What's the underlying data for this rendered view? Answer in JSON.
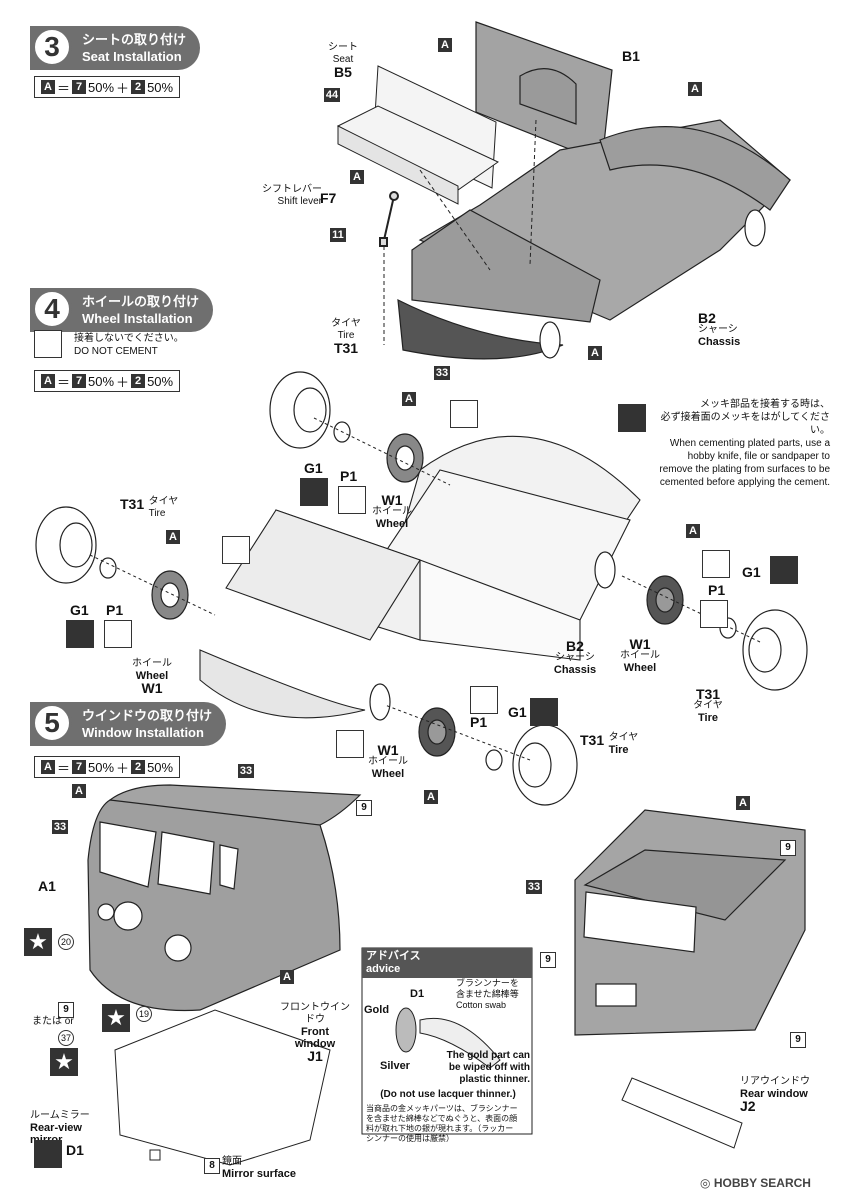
{
  "steps": [
    {
      "num": "3",
      "jp": "シートの取り付け",
      "en": "Seat Installation"
    },
    {
      "num": "4",
      "jp": "ホイールの取り付け",
      "en": "Wheel Installation"
    },
    {
      "num": "5",
      "jp": "ウインドウの取り付け",
      "en": "Window Installation"
    }
  ],
  "mix": {
    "a": "A",
    "eq": "＝",
    "c1": "7",
    "p1": "50%",
    "plus": "＋",
    "c2": "2",
    "p2": "50%"
  },
  "labels": {
    "seat_jp": "シート",
    "seat_en": "Seat",
    "b5": "B5",
    "n44": "44",
    "shift_jp": "シフトレバー",
    "shift_en": "Shift lever",
    "f7": "F7",
    "n11": "11",
    "a": "A",
    "b1": "B1",
    "b2": "B2",
    "chassis_jp": "シャーシ",
    "chassis_en": "Chassis",
    "n33": "33",
    "tire_jp": "タイヤ",
    "tire_en": "Tire",
    "t31": "T31",
    "g1": "G1",
    "p1": "P1",
    "w1": "W1",
    "wheel_jp": "ホイール",
    "wheel_en": "Wheel",
    "dnc_jp": "接着しないでください。",
    "dnc_en": "DO NOT CEMENT",
    "n9": "9",
    "a1": "A1",
    "n20": "20",
    "n19": "19",
    "n37": "37",
    "mataha": "または",
    "or": "or",
    "fw_jp": "フロントウインドウ",
    "fw_en": "Front window",
    "j1": "J1",
    "rv_jp": "ルームミラー",
    "rv_en": "Rear-view mirror",
    "d1": "D1",
    "n8": "8",
    "mirror_jp": "鏡面",
    "mirror_en": "Mirror surface",
    "rw_jp": "リアウインドウ",
    "rw_en": "Rear window",
    "j2": "J2"
  },
  "plating_note": {
    "jp1": "メッキ部品を接着する時は、",
    "jp2": "必ず接着面のメッキをはがしてください。",
    "en1": "When cementing plated parts, use a",
    "en2": "hobby knife, file or sandpaper to",
    "en3": "remove the plating from surfaces to be",
    "en4": "cemented before applying the cement."
  },
  "advice": {
    "title_jp": "アドバイス",
    "title_en": "advice",
    "brush_jp1": "ブラシンナーを",
    "brush_jp2": "含ませた綿棒等",
    "brush_en": "Cotton swab",
    "gold": "Gold",
    "silver": "Silver",
    "d1": "D1",
    "en1": "The gold part can",
    "en2": "be wiped off with",
    "en3": "plastic thinner.",
    "en4": "(Do not use lacquer thinner.)",
    "jp1": "当商品の金メッキパーツは、ブラシンナー",
    "jp2": "を含ませた綿棒などでぬぐうと、表面の顔",
    "jp3": "料が取れ下地の銀が現れます。（ラッカー",
    "jp4": "シンナーの使用は厳禁）"
  },
  "watermark": "HOBBY SEARCH"
}
